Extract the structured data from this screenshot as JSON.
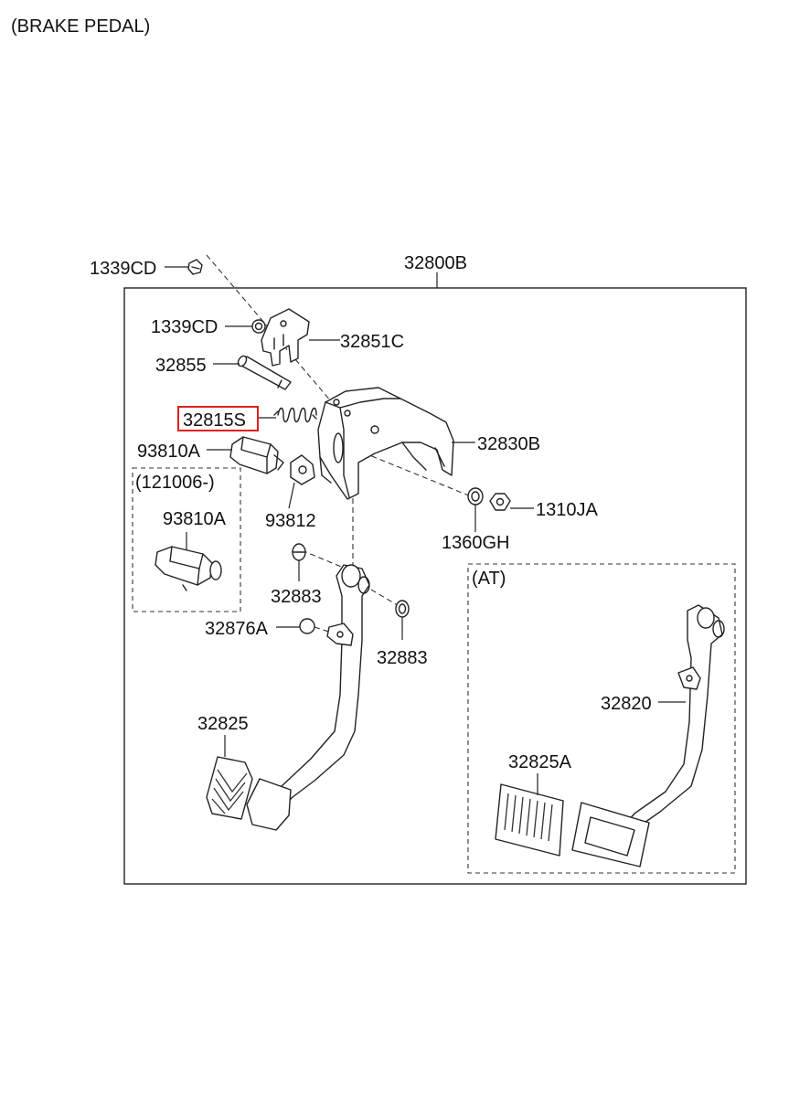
{
  "title": "(BRAKE PEDAL)",
  "assembly_label": "32800B",
  "highlight_color": "#e0201c",
  "labels": {
    "bolt_outer": "1339CD",
    "bolt_inner": "1339CD",
    "bracket": "32851C",
    "pin": "32855",
    "spring": "32815S",
    "pedal_member": "32830B",
    "switch": "93810A",
    "switch_alt_box": "(121006-)",
    "switch_alt": "93810A",
    "stopper": "93812",
    "washer": "1360GH",
    "nut": "1310JA",
    "bushing_upper": "32883",
    "bushing_lower": "32883",
    "stopper_rubber": "32876A",
    "pad_mt": "32825",
    "at_box": "(AT)",
    "pedal_at": "32820",
    "pad_at": "32825A"
  }
}
